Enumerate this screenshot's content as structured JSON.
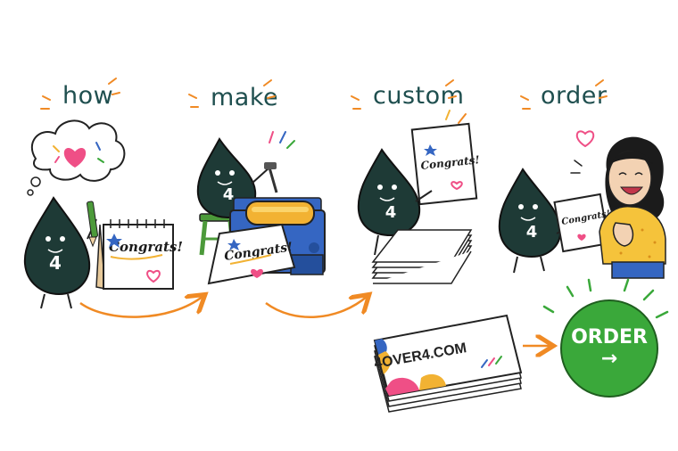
{
  "words": {
    "how": "how",
    "make": "make",
    "custom": "custom",
    "order": "order"
  },
  "mascot": {
    "number": "4"
  },
  "card": {
    "text": "Congrats!"
  },
  "business_card": {
    "brand": "4OVER4.COM"
  },
  "order_button": {
    "label": "ORDER",
    "arrow": "→"
  },
  "colors": {
    "ink": "#1f4f4f",
    "mascot": "#1e3a36",
    "accent_orange": "#f08a24",
    "order_green": "#3aa83a",
    "heart_pink": "#ef4f86",
    "press_blue": "#3566c2",
    "roller_yellow": "#f2b233",
    "stool_green": "#4c9a3a",
    "sweater_yellow": "#f5c33b"
  },
  "icons": {
    "heart": "heart-icon",
    "star": "star-icon",
    "arrow": "arrow-right-icon"
  }
}
